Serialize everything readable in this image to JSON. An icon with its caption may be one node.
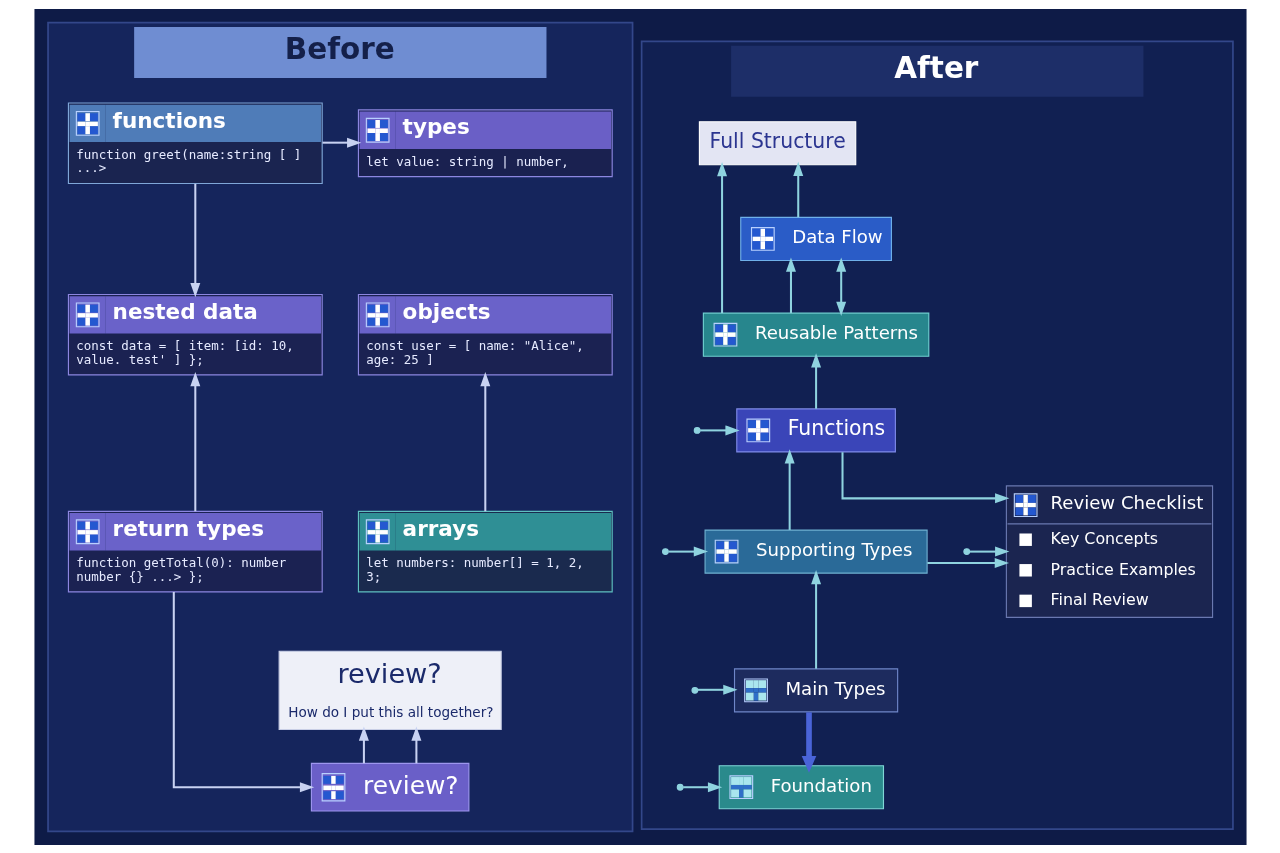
{
  "diagram": {
    "nodes": [
      {
        "text": [
          "Before"
        ]
      },
      {
        "text": [
          "types",
          "let value: string | number,"
        ],
        "in": 0
      },
      {
        "text": [
          "functions",
          "function greet(name:string [ ] ...>"
        ],
        "in": 0
      },
      {
        "text": [
          "objects",
          "const user = [ name: \"Alice\", age: 25 ]"
        ],
        "in": 0
      },
      {
        "text": [
          "nested data",
          "const data = [ item: [id: 10, value. test' ] };"
        ],
        "in": 0
      },
      {
        "text": [
          "arrays",
          "let numbers: number[] = 1, 2, 3;"
        ],
        "in": 0
      },
      {
        "text": [
          "return types",
          "function getTotal(0): number number {} ...> };"
        ],
        "in": 0
      },
      {
        "text": [
          "review?",
          "How do I put this all together?"
        ],
        "in": 0
      },
      {
        "text": [
          "review?"
        ],
        "in": 0
      },
      {
        "text": [
          "After"
        ]
      },
      {
        "text": [
          "Full Structure"
        ],
        "in": 9
      },
      {
        "text": [
          "Data Flow"
        ],
        "in": 9
      },
      {
        "text": [
          "Reusable Patterns"
        ],
        "in": 9
      },
      {
        "text": [
          "Functions"
        ],
        "in": 9
      },
      {
        "text": [
          "Review Checklist",
          "Key Concepts",
          "Practice Examples",
          "Final Review"
        ],
        "in": 9
      },
      {
        "text": [
          "Supporting Types"
        ],
        "in": 9
      },
      {
        "text": [
          "Main Types"
        ],
        "in": 9
      },
      {
        "text": [
          "Foundation"
        ],
        "in": 9
      }
    ],
    "edges": [
      {
        "from": 2,
        "to": 1,
        "arrow": "to",
        "color": "#c8d2f2"
      },
      {
        "from": 5,
        "to": 3,
        "arrow": "to",
        "color": "#c8d2f2"
      },
      {
        "from": 2,
        "to": 4,
        "arrow": "to",
        "color": "#c8d2f2"
      },
      {
        "from": 6,
        "to": 4,
        "arrow": "to",
        "color": "#c8d2f2"
      },
      {
        "from": 6,
        "to": 8,
        "arrow": "to",
        "color": "#c8d2f2"
      },
      {
        "from": 8,
        "to": 7,
        "arrow": "to",
        "color": "#c8d2f2"
      },
      {
        "from": 8,
        "to": 7,
        "arrow": "to",
        "color": "#c8d2f2"
      },
      {
        "from": 11,
        "to": 10,
        "arrow": "to"
      },
      {
        "from": 12,
        "to": 10,
        "arrow": "to"
      },
      {
        "from": 12,
        "to": 11,
        "arrow": "to"
      },
      {
        "from": 12,
        "to": 11,
        "arrow": "both"
      },
      {
        "from": 13,
        "to": 12,
        "arrow": "to"
      },
      {
        "from": 15,
        "to": 13,
        "arrow": "to"
      },
      {
        "from": 16,
        "to": 15,
        "arrow": "to"
      },
      {
        "from": 16,
        "to": 17,
        "arrow": "to",
        "style": "thick",
        "color": "#4a64d8"
      },
      {
        "from": 13,
        "to": 14,
        "arrow": "to"
      },
      {
        "from": 15,
        "to": 14,
        "arrow": "to"
      },
      {
        "from": null,
        "to": 14,
        "arrow": "to"
      },
      {
        "from": null,
        "to": 13,
        "arrow": "to"
      },
      {
        "from": null,
        "to": 15,
        "arrow": "to"
      },
      {
        "from": null,
        "to": 16,
        "arrow": "to"
      },
      {
        "from": null,
        "to": 17,
        "arrow": "to"
      }
    ]
  }
}
